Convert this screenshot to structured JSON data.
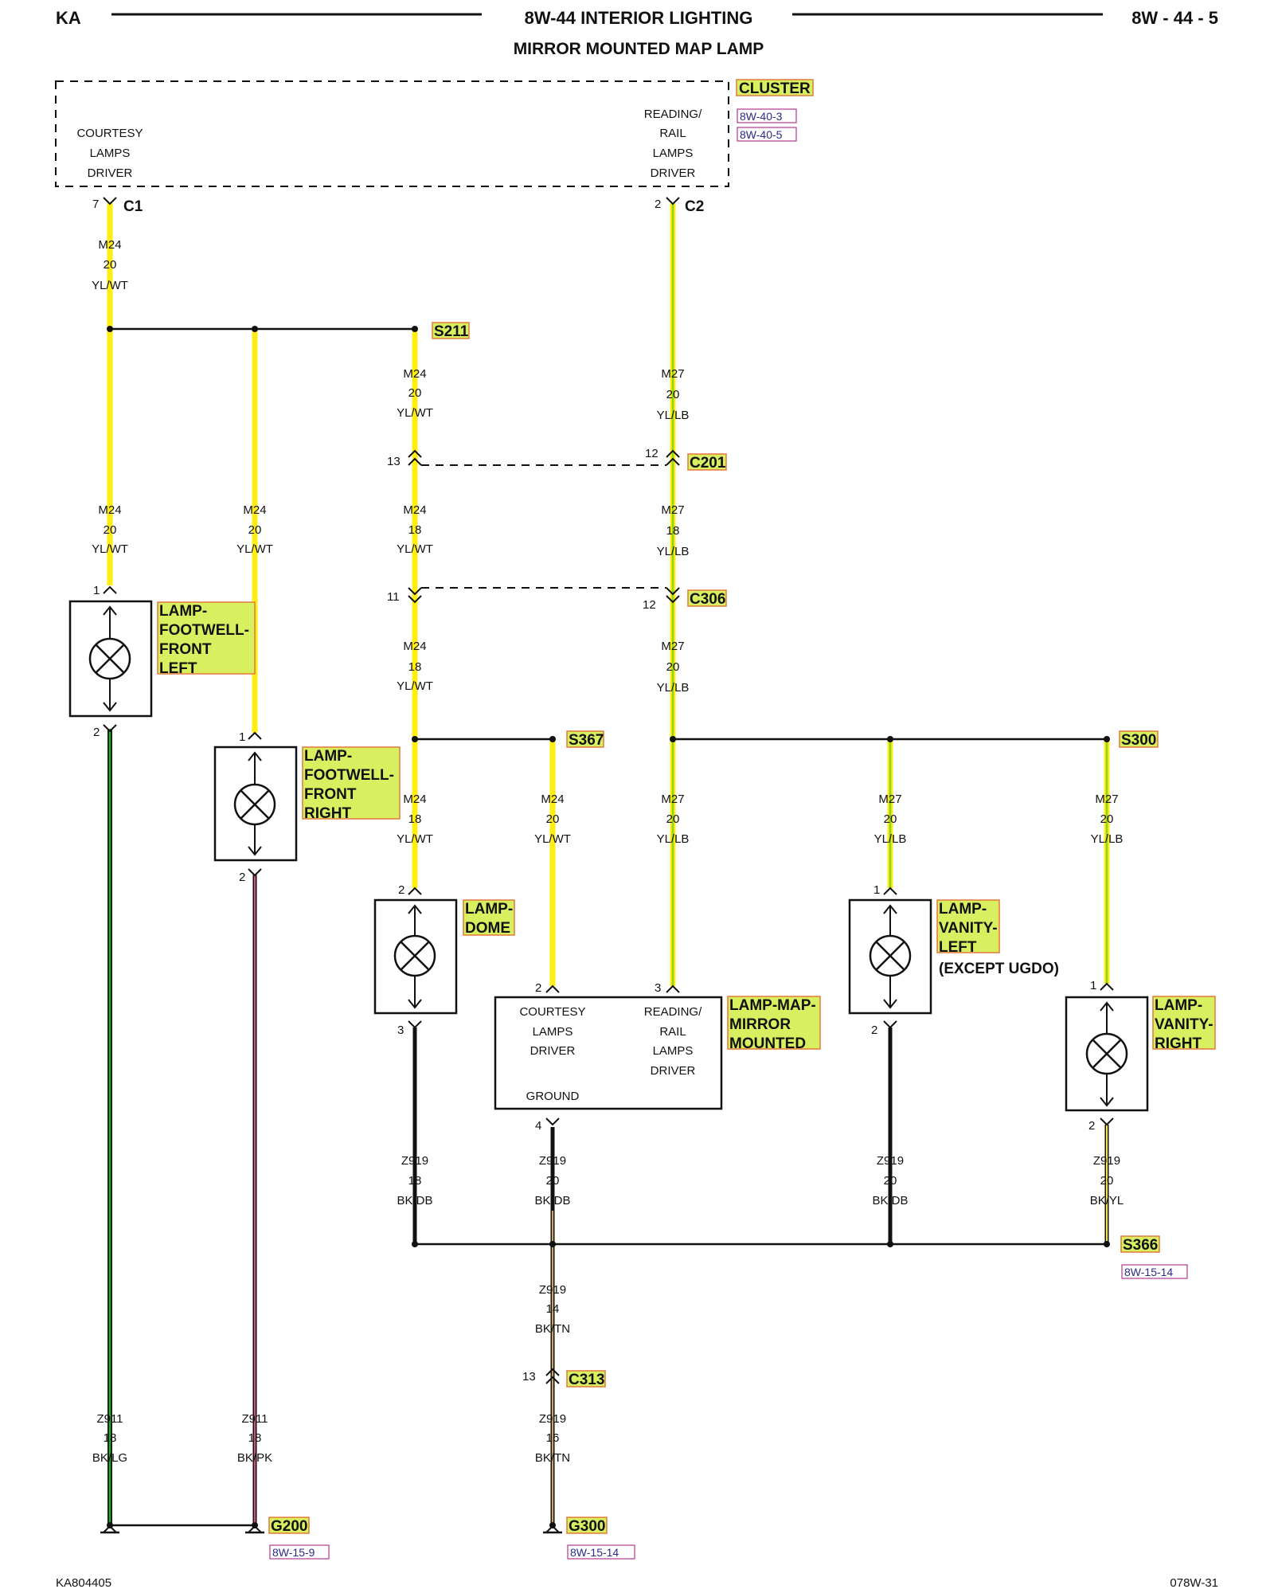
{
  "header": {
    "left": "KA",
    "title": "8W-44 INTERIOR LIGHTING",
    "right": "8W - 44 - 5",
    "subtitle": "MIRROR MOUNTED MAP LAMP"
  },
  "footer": {
    "left": "KA804405",
    "right": "078W-31"
  },
  "colors": {
    "yellow": "#ffee10",
    "light_blue_stripe": "#8fd420",
    "green": "#22aa22",
    "black": "#111111",
    "pink": "#e05070",
    "highlight": "#d8f060",
    "highlight_border": "#e07a3a",
    "reference": "#2a2a8c"
  },
  "cluster": {
    "name": "CLUSTER",
    "refs": [
      "8W-40-3",
      "8W-40-5"
    ],
    "courtesy": [
      "COURTESY",
      "LAMPS",
      "DRIVER"
    ],
    "reading": [
      "READING/",
      "RAIL",
      "LAMPS",
      "DRIVER"
    ]
  },
  "connectors": {
    "c1": {
      "name": "C1",
      "pin": "7"
    },
    "c2": {
      "name": "C2",
      "pin": "2"
    },
    "c201": {
      "name": "C201",
      "pin_left": "13",
      "pin_right": "12"
    },
    "c306": {
      "name": "C306",
      "pin_left": "11",
      "pin_right": "12"
    },
    "c313": {
      "name": "C313",
      "pin": "13"
    }
  },
  "splices": {
    "s211": "S211",
    "s367": "S367",
    "s300": "S300",
    "s366": "S366",
    "s366_ref": "8W-15-14"
  },
  "grounds": {
    "g200": "G200",
    "g200_ref": "8W-15-9",
    "g300": "G300",
    "g300_ref": "8W-15-14"
  },
  "wires": {
    "w1": [
      "M24",
      "20",
      "YL/WT"
    ],
    "w2": [
      "M24",
      "20",
      "YL/WT"
    ],
    "w3": [
      "M27",
      "20",
      "YL/LB"
    ],
    "w4": [
      "M24",
      "20",
      "YL/WT"
    ],
    "w5": [
      "M24",
      "20",
      "YL/WT"
    ],
    "w6": [
      "M24",
      "18",
      "YL/WT"
    ],
    "w7": [
      "M27",
      "18",
      "YL/LB"
    ],
    "w8": [
      "M24",
      "18",
      "YL/WT"
    ],
    "w9": [
      "M27",
      "20",
      "YL/LB"
    ],
    "w10": [
      "M24",
      "18",
      "YL/WT"
    ],
    "w11": [
      "M24",
      "20",
      "YL/WT"
    ],
    "w12": [
      "M27",
      "20",
      "YL/LB"
    ],
    "w13": [
      "M27",
      "20",
      "YL/LB"
    ],
    "w14": [
      "M27",
      "20",
      "YL/LB"
    ],
    "w15": [
      "Z919",
      "18",
      "BK/DB"
    ],
    "w16": [
      "Z919",
      "20",
      "BK/DB"
    ],
    "w17": [
      "Z919",
      "20",
      "BK/DB"
    ],
    "w18": [
      "Z919",
      "20",
      "BK/YL"
    ],
    "w19": [
      "Z919",
      "14",
      "BK/TN"
    ],
    "w20": [
      "Z919",
      "16",
      "BK/TN"
    ],
    "w21": [
      "Z911",
      "18",
      "BK/LG"
    ],
    "w22": [
      "Z911",
      "18",
      "BK/PK"
    ]
  },
  "components": {
    "footwell_left": {
      "label": [
        "LAMP-",
        "FOOTWELL-",
        "FRONT",
        "LEFT"
      ],
      "pin_top": "1",
      "pin_bottom": "2"
    },
    "footwell_right": {
      "label": [
        "LAMP-",
        "FOOTWELL-",
        "FRONT",
        "RIGHT"
      ],
      "pin_top": "1",
      "pin_bottom": "2"
    },
    "dome": {
      "label": [
        "LAMP-",
        "DOME"
      ],
      "pin_top": "2",
      "pin_bottom": "3"
    },
    "vanity_left": {
      "label": [
        "LAMP-",
        "VANITY-",
        "LEFT"
      ],
      "note": "(EXCEPT UGDO)",
      "pin_top": "1",
      "pin_bottom": "2"
    },
    "vanity_right": {
      "label": [
        "LAMP-",
        "VANITY-",
        "RIGHT"
      ],
      "pin_top": "1",
      "pin_bottom": "2"
    },
    "map_lamp": {
      "label": [
        "LAMP-MAP-",
        "MIRROR",
        "MOUNTED"
      ],
      "courtesy": [
        "COURTESY",
        "LAMPS",
        "DRIVER"
      ],
      "reading": [
        "READING/",
        "RAIL",
        "LAMPS",
        "DRIVER"
      ],
      "ground": "GROUND",
      "pin_courtesy": "2",
      "pin_reading": "3",
      "pin_ground": "4"
    }
  }
}
